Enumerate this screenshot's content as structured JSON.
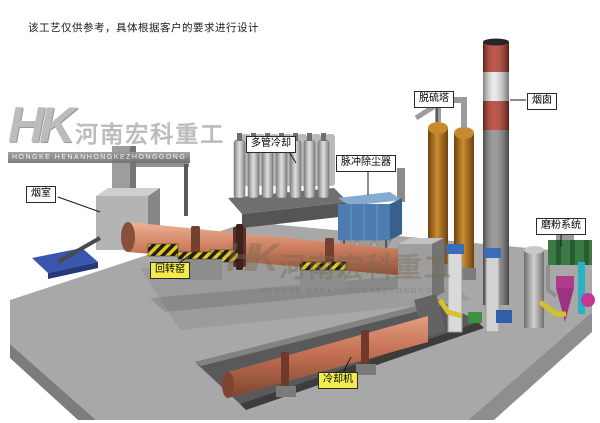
{
  "disclaimer": "该工艺仅供参考，具体根据客户的要求进行设计",
  "watermark": {
    "logo": "HK",
    "company_cn": "河南宏科重工",
    "company_en": "HONGKE HENANHONGKEZHONGGONG"
  },
  "labels": {
    "smoke_chamber": "烟室",
    "rotary_kiln": "回转窑",
    "multi_tube_cooler": "多管冷却",
    "pulse_dust_collector": "脉冲除尘器",
    "desulfurization_tower": "脱硫塔",
    "chimney": "烟囱",
    "grinding_system": "磨粉系统",
    "cooling_machine": "冷却机"
  },
  "colors": {
    "kiln_salmon": "#cf8162",
    "cooler_salmon": "#c47054",
    "label_yellow": "#f2ec4f",
    "dust_collector_blue": "#4d7cb0",
    "tower_brown": "#cd8d2f",
    "chimney_red": "#b5382a",
    "ground_gray": "#a8a8a8",
    "pad_blue": "#3a55ae"
  }
}
